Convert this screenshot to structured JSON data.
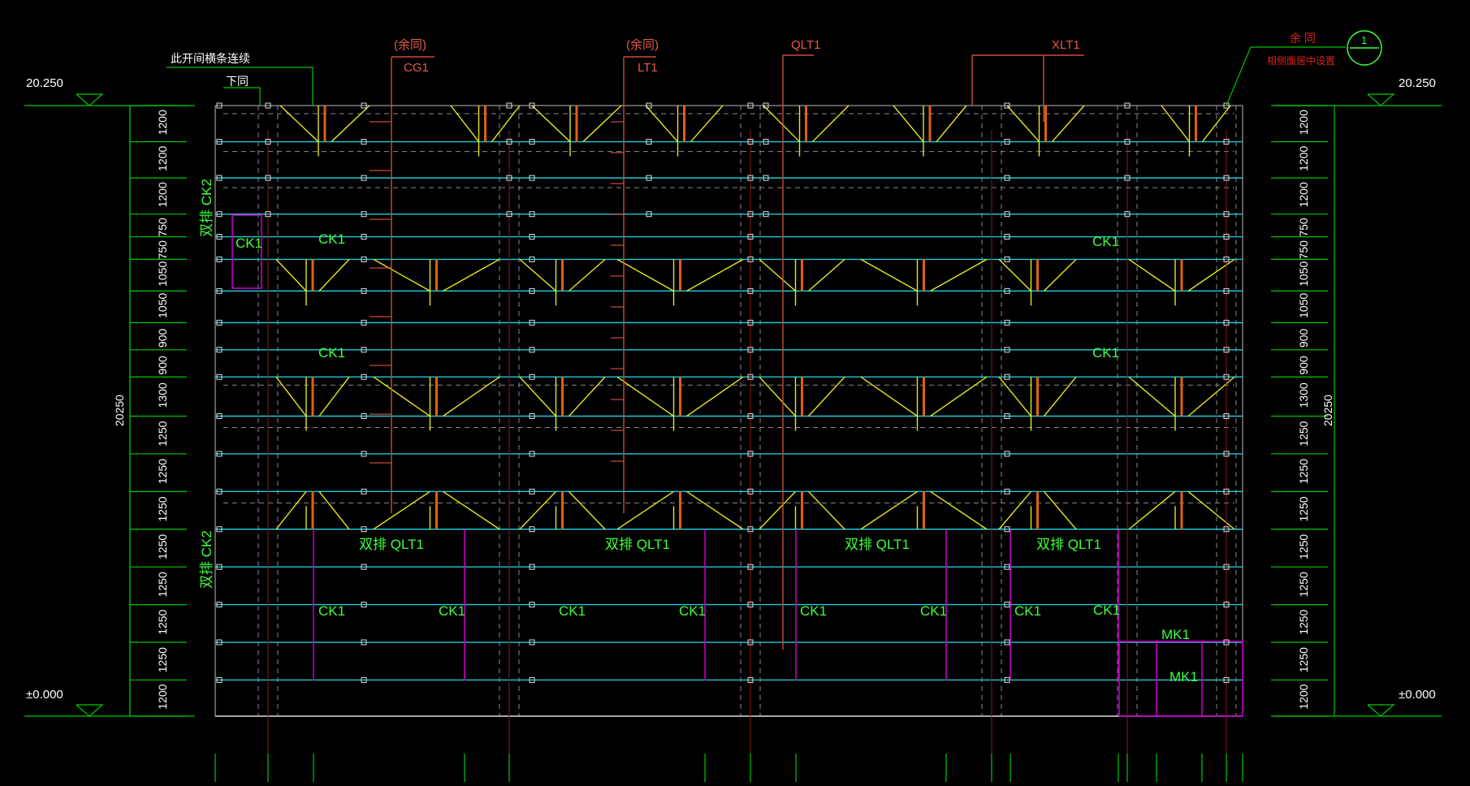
{
  "drawing": {
    "colors": {
      "background": "#000000",
      "dimension": "#00c800",
      "grid_cyan": "#22c8d8",
      "brace_yellow": "#e6e61e",
      "ladder_red": "#d04a3a",
      "opening_magenta": "#c000c0",
      "post_orange": "#e06010",
      "dashed_gray": "#8a8a8a",
      "text_white": "#ffffff"
    },
    "elevations": {
      "top_left": "20.250",
      "top_right": "20.250",
      "bottom_left": "±0.000",
      "bottom_right": "±0.000"
    },
    "overall_height_left": "20250",
    "overall_height_right": "20250",
    "row_dimensions": [
      "1200",
      "1200",
      "1200",
      "750",
      "750",
      "1050",
      "1050",
      "900",
      "900",
      "1300",
      "1250",
      "1250",
      "1250",
      "1250",
      "1250",
      "1250",
      "1250",
      "1200"
    ],
    "notes": {
      "top_left_note": "此开间横条连续",
      "top_left_sub": "下同",
      "same_1": "(余同)",
      "same_2": "(余同)",
      "cg1": "CG1",
      "lt1": "LT1",
      "qlt1": "QLT1",
      "xlt1": "XLT1",
      "right_note_title": "余 同",
      "right_note_body": "相侧面居中设置",
      "section_symbol": "1"
    },
    "labels": {
      "ck1": "CK1",
      "ck2_top": "双排 CK2",
      "ck2_bottom": "双排 CK2",
      "double_qlt1": "双排 QLT1",
      "mk1": "MK1"
    }
  }
}
